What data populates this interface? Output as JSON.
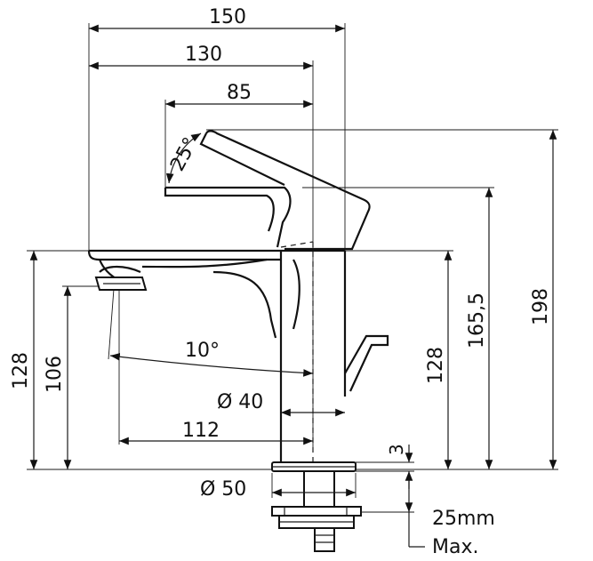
{
  "dimensions": {
    "overall_width": "150",
    "spout_reach": "130",
    "handle_length": "85",
    "handle_angle": "25°",
    "spout_angle": "10°",
    "diameter_body": "Ø 40",
    "base_diameter": "Ø 50",
    "spout_projection": "112",
    "height_left": "128",
    "spout_height": "106",
    "height_center": "128",
    "handle_height": "165,5",
    "overall_height": "198",
    "gasket_thickness": "3",
    "counter_top_max_line1": "25mm",
    "counter_top_max_line2": "Max."
  }
}
